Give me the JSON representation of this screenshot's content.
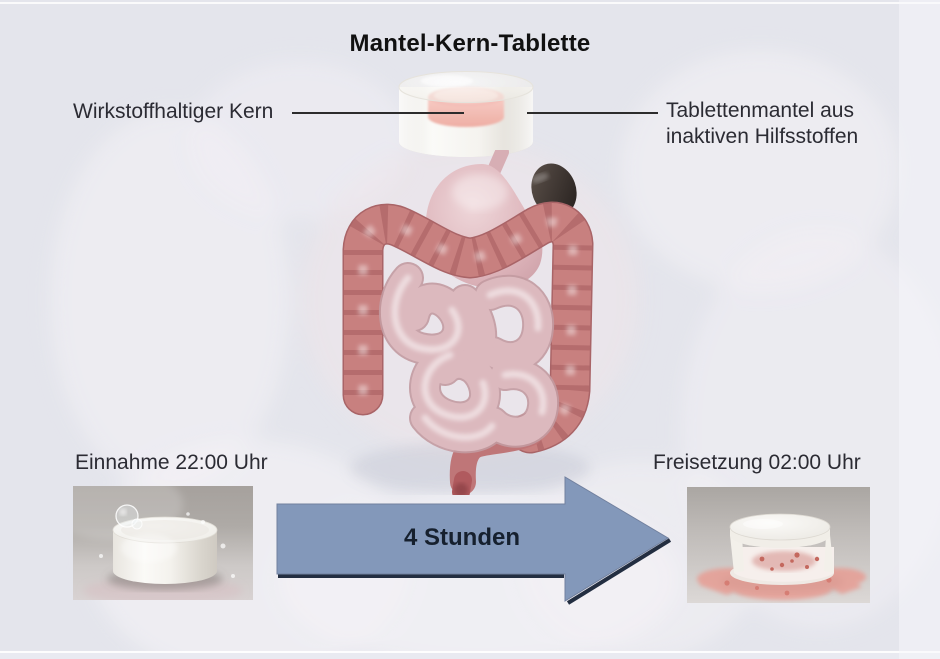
{
  "title": "Mantel-Kern-Tablette",
  "diagram": {
    "core_label": "Wirkstoffhaltiger Kern",
    "coat_label_line1": "Tablettenmantel aus",
    "coat_label_line2": "inaktiven Hilfsstoffen"
  },
  "timeline": {
    "intake_label": "Einnahme 22:00 Uhr",
    "duration_label": "4 Stunden",
    "release_label": "Freisetzung 02:00 Uhr"
  },
  "colors": {
    "background": "#e4e5ec",
    "title_text": "#111111",
    "label_text": "#2b2b33",
    "leader_line": "#2c2c2c",
    "arrow_fill": "#8398ba",
    "arrow_edge": "#232e41",
    "arrow_text": "#16202e",
    "core_pink": "#f2b4ac",
    "colon": "#c8807f",
    "small_intestine": "#dcb9be",
    "stomach": "#ddb4ba"
  }
}
